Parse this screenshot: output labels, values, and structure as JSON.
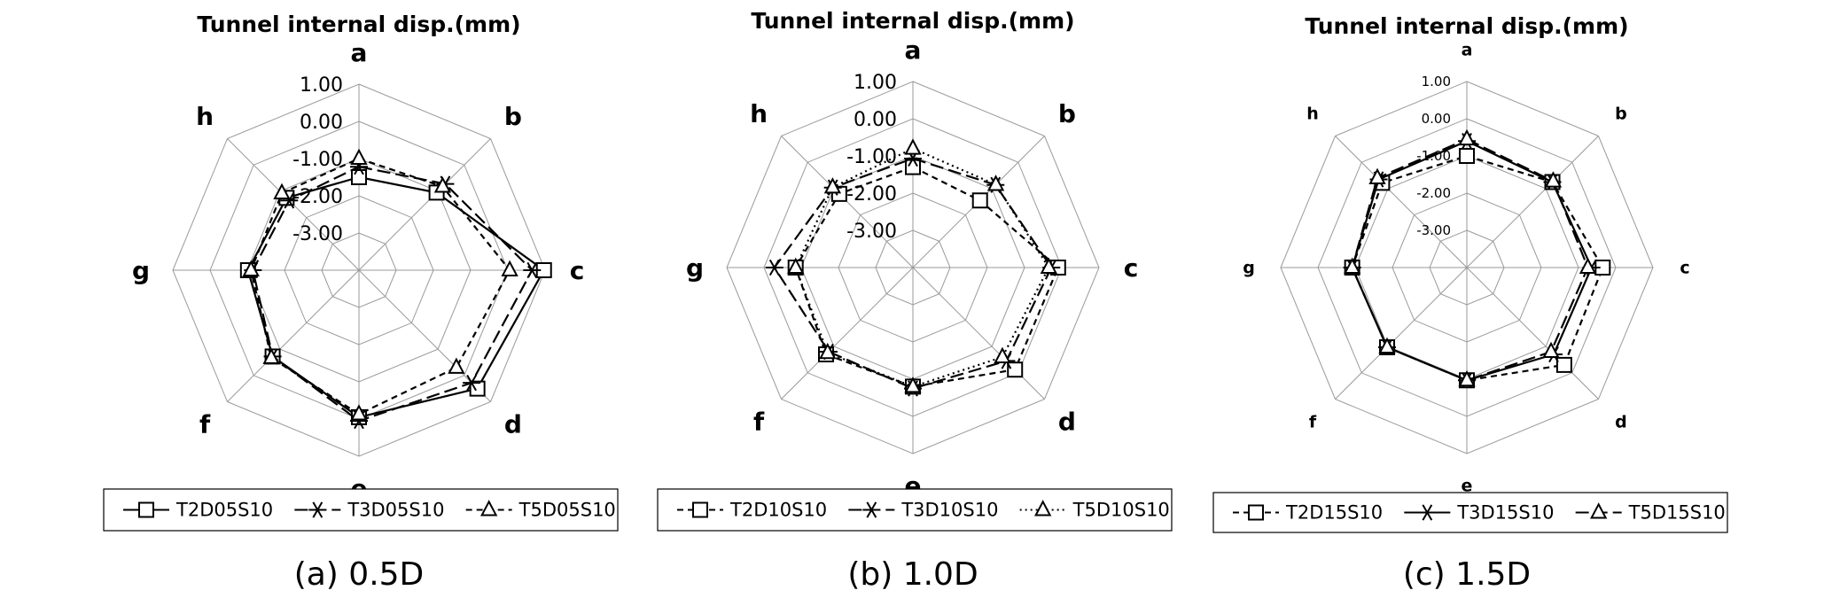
{
  "chart_data": [
    {
      "type": "radar",
      "title": "Tunnel internal disp.(mm)",
      "caption": "(a) 0.5D",
      "categories": [
        "a",
        "b",
        "c",
        "d",
        "e",
        "f",
        "g",
        "h"
      ],
      "tick_labels": [
        "1.00",
        "0.00",
        "-1.00",
        "-2.00",
        "-3.00"
      ],
      "rlim": [
        -4,
        1
      ],
      "grid": true,
      "series": [
        {
          "name": "T2D05S10",
          "values": [
            -1.5,
            -1.05,
            0.97,
            0.5,
            -0.05,
            -0.72,
            -1.02,
            -1.25
          ],
          "line": "solid",
          "marker": "square"
        },
        {
          "name": "T3D05S10",
          "values": [
            -1.22,
            -0.72,
            0.65,
            0.28,
            0.05,
            -0.72,
            -1.15,
            -1.35
          ],
          "line": "longdash",
          "marker": "asterisk"
        },
        {
          "name": "T5D05S10",
          "values": [
            -1.0,
            -0.82,
            0.05,
            -0.3,
            -0.13,
            -0.67,
            -1.1,
            -1.07
          ],
          "line": "dash",
          "marker": "triangle"
        }
      ]
    },
    {
      "type": "radar",
      "title": "Tunnel internal disp.(mm)",
      "caption": "(b) 1.0D",
      "categories": [
        "a",
        "b",
        "c",
        "d",
        "e",
        "f",
        "g",
        "h"
      ],
      "tick_labels": [
        "1.00",
        "0.00",
        "-1.00",
        "-2.00",
        "-3.00"
      ],
      "rlim": [
        -4,
        1
      ],
      "grid": true,
      "series": [
        {
          "name": "T2D10S10",
          "values": [
            -1.3,
            -1.45,
            -0.1,
            -0.12,
            -0.8,
            -0.7,
            -0.85,
            -1.2
          ],
          "line": "dash",
          "marker": "square"
        },
        {
          "name": "T3D10S10",
          "values": [
            -1.07,
            -0.86,
            -0.28,
            -0.45,
            -0.75,
            -0.8,
            -0.28,
            -0.96
          ],
          "line": "longdash",
          "marker": "asterisk"
        },
        {
          "name": "T5D10S10",
          "values": [
            -0.8,
            -0.85,
            -0.35,
            -0.6,
            -0.8,
            -0.76,
            -0.85,
            -0.95
          ],
          "line": "dot",
          "marker": "triangle"
        }
      ]
    },
    {
      "type": "radar",
      "title": "Tunnel internal disp.(mm)",
      "caption": "(c) 1.5D",
      "categories": [
        "a",
        "b",
        "c",
        "d",
        "e",
        "f",
        "g",
        "h"
      ],
      "tick_labels": [
        "1.00",
        "0.00",
        "-1.00",
        "-2.00",
        "-3.00"
      ],
      "rlim": [
        -4,
        1
      ],
      "grid": true,
      "series": [
        {
          "name": "T2D15S10",
          "values": [
            -1.0,
            -0.75,
            -0.35,
            -0.3,
            -0.97,
            -0.97,
            -0.92,
            -0.78
          ],
          "line": "dash",
          "marker": "square"
        },
        {
          "name": "T3D15S10",
          "values": [
            -0.6,
            -0.75,
            -0.65,
            -0.7,
            -0.97,
            -0.97,
            -0.92,
            -0.65
          ],
          "line": "solid",
          "marker": "asterisk"
        },
        {
          "name": "T5D15S10",
          "values": [
            -0.55,
            -0.72,
            -0.75,
            -0.8,
            -0.97,
            -0.97,
            -0.92,
            -0.6
          ],
          "line": "longdash",
          "marker": "triangle"
        }
      ]
    }
  ]
}
